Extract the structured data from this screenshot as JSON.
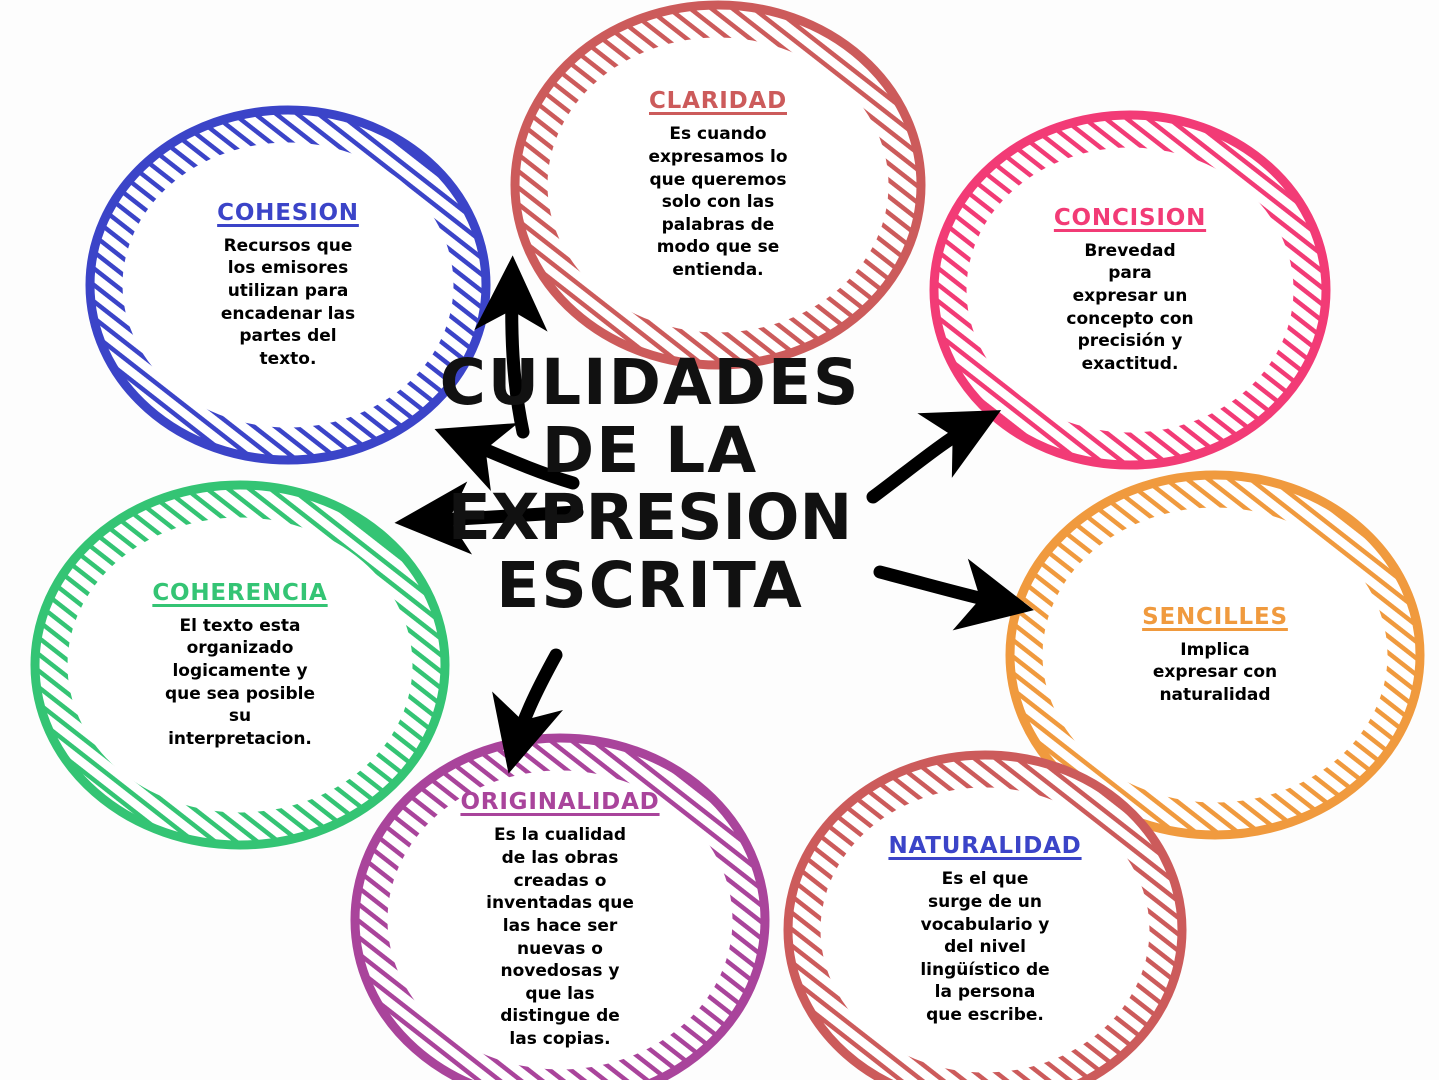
{
  "diagram": {
    "type": "mind-map",
    "center": {
      "lines": [
        "CULIDADES",
        "DE LA",
        "EXPRESION",
        "ESCRITA"
      ],
      "full_text": "CULIDADES DE LA EXPRESION ESCRITA",
      "text_color": "#111111"
    },
    "nodes": [
      {
        "id": "cohesion",
        "title": "COHESION",
        "description": "Recursos que los emisores utilizan para encadenar las partes del texto.",
        "color": "#3B44C8",
        "title_color": "#3B44C8",
        "position": "top-left"
      },
      {
        "id": "claridad",
        "title": "CLARIDAD",
        "description": "Es cuando expresamos lo que queremos solo con las palabras de modo que se entienda.",
        "color": "#CC5B5B",
        "title_color": "#CC5B5B",
        "position": "top-center"
      },
      {
        "id": "concision",
        "title": "CONCISION",
        "description": "Brevedad para expresar un concepto con precisión y exactitud.",
        "color": "#F23B76",
        "title_color": "#F23B76",
        "position": "top-right"
      },
      {
        "id": "coherencia",
        "title": "COHERENCIA",
        "description": "El texto esta organizado logicamente y que sea posible su interpretacion.",
        "color": "#34C474",
        "title_color": "#34C474",
        "position": "middle-left"
      },
      {
        "id": "sencilles",
        "title": "SENCILLES",
        "description": "Implica expresar con naturalidad",
        "color": "#F09A3E",
        "title_color": "#F09A3E",
        "position": "middle-right"
      },
      {
        "id": "originalidad",
        "title": "ORIGINALIDAD",
        "description": "Es la cualidad de las obras creadas o inventadas que las hace ser nuevas o novedosas y que las distingue de las copias.",
        "color": "#A9449B",
        "title_color": "#A9449B",
        "position": "bottom-left"
      },
      {
        "id": "naturalidad",
        "title": "NATURALIDAD",
        "description": "Es el que surge de un vocabulario y del nivel lingüístico de la persona que escribe.",
        "color": "#CC5B5B",
        "title_color": "#3B44C8",
        "position": "bottom-right"
      }
    ],
    "connectors": [
      {
        "from": "center",
        "to": "claridad",
        "direction": "up"
      },
      {
        "from": "center",
        "to": "cohesion",
        "direction": "up-left"
      },
      {
        "from": "center",
        "to": "coherencia",
        "direction": "left"
      },
      {
        "from": "center",
        "to": "concision",
        "direction": "up-right"
      },
      {
        "from": "center",
        "to": "sencilles",
        "direction": "right"
      },
      {
        "from": "center",
        "to": "originalidad",
        "direction": "down-left"
      }
    ],
    "arrow_color": "#000000",
    "background_color": "#fdfdfd"
  }
}
